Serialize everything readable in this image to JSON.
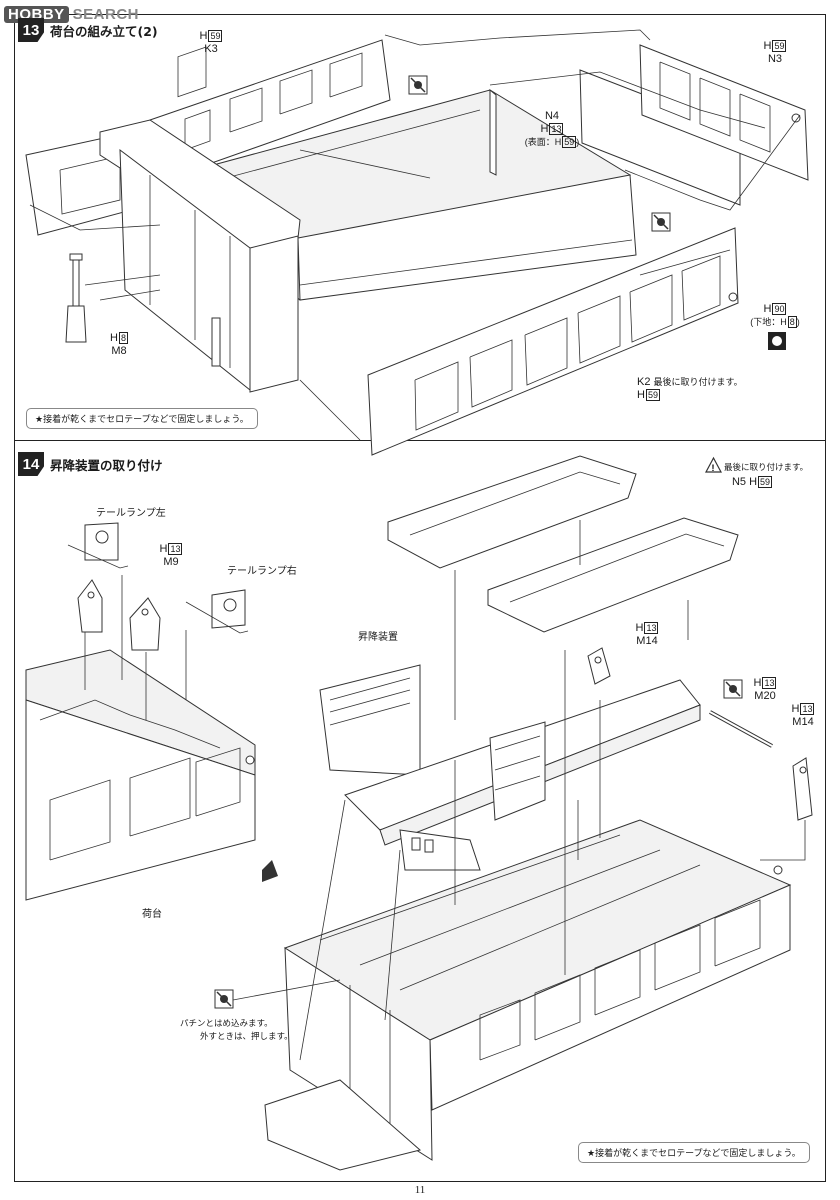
{
  "watermark": {
    "logo": "HOBBY",
    "text": "SEARCH"
  },
  "page_number": "11",
  "step13": {
    "number": "13",
    "title": "荷台の組み立て(2)",
    "parts": {
      "k3": {
        "paint": "H",
        "paint_code": "59",
        "part": "K3"
      },
      "n3": {
        "paint": "H",
        "paint_code": "59",
        "part": "N3"
      },
      "n4": {
        "part": "N4",
        "paint": "H",
        "paint_code": "13",
        "surface_prefix": "(表面：H",
        "surface_code": "59",
        "surface_suffix": ")"
      },
      "m8": {
        "paint": "H",
        "paint_code": "8",
        "part": "M8"
      },
      "h90": {
        "paint": "H",
        "paint_code": "90",
        "base_prefix": "(下地：H",
        "base_code": "8",
        "base_suffix": ")"
      },
      "k2": {
        "part": "K2",
        "note": "最後に取り付けます。",
        "paint": "H",
        "paint_code": "59"
      }
    },
    "tip": "★接着が乾くまでセロテープなどで固定しましょう。"
  },
  "step14": {
    "number": "14",
    "title": "昇降装置の取り付け",
    "caution": "最後に取り付けます。",
    "parts": {
      "n5": {
        "part": "N5",
        "paint": "H",
        "paint_code": "59"
      },
      "m9": {
        "paint": "H",
        "paint_code": "13",
        "part": "M9"
      },
      "m14_a": {
        "paint": "H",
        "paint_code": "13",
        "part": "M14"
      },
      "m20": {
        "paint": "H",
        "paint_code": "13",
        "part": "M20"
      },
      "m14_b": {
        "paint": "H",
        "paint_code": "13",
        "part": "M14"
      }
    },
    "tail_lamp_left": "テールランプ左",
    "tail_lamp_right": "テールランプ右",
    "lift_device": "昇降装置",
    "bed": "荷台",
    "snap_note_line1": "パチンとはめ込みます。",
    "snap_note_line2": "外すときは、押します。",
    "tip": "★接着が乾くまでセロテープなどで固定しましょう。"
  },
  "icons": {
    "glue": "no-glue-icon",
    "drill": "drill-hole-icon",
    "warning": "warning-triangle-icon",
    "arrow": "direction-arrow-icon"
  }
}
